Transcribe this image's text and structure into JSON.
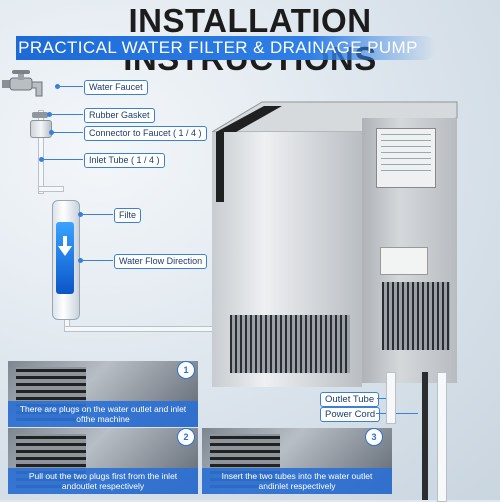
{
  "header": {
    "title": "INSTALLATION INSTRUCTIONS",
    "subtitle": "PRACTICAL WATER FILTER & DRAINAGE PUMP"
  },
  "labels": {
    "water_faucet": "Water Faucet",
    "rubber_gasket": "Rubber Gasket",
    "connector": "Connector to Faucet ( 1 / 4 )",
    "inlet_tube": "Inlet Tube ( 1 / 4 )",
    "filter": "Filte",
    "water_flow": "Water Flow Direction",
    "outlet_tube": "Outlet Tube",
    "power_cord": "Power Cord"
  },
  "steps": [
    {
      "number": "1",
      "caption": "There are plugs on the water outlet and inlet ofthe machine"
    },
    {
      "number": "2",
      "caption": "Pull out the two plugs first from the inlet andoutlet respectively"
    },
    {
      "number": "3",
      "caption": "Insert the two tubes into the water outlet andinlet respectively"
    }
  ],
  "colors": {
    "accent": "#2d71d4",
    "title": "#1c1c1c"
  }
}
